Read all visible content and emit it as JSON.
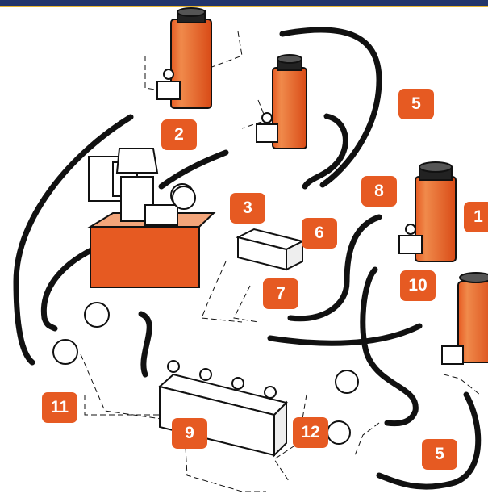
{
  "colors": {
    "header_bar": "#23356b",
    "header_accent": "#e7b531",
    "badge": "#e65a22",
    "cylinder": "#e65a22",
    "pump_tank": "#e65a22",
    "hose": "#111111",
    "outline": "#111111"
  },
  "callouts": [
    {
      "id": "badge-1",
      "label": "1"
    },
    {
      "id": "badge-2",
      "label": "2"
    },
    {
      "id": "badge-3",
      "label": "3"
    },
    {
      "id": "badge-5-top",
      "label": "5"
    },
    {
      "id": "badge-5-bottom",
      "label": "5"
    },
    {
      "id": "badge-6",
      "label": "6"
    },
    {
      "id": "badge-7",
      "label": "7"
    },
    {
      "id": "badge-8",
      "label": "8"
    },
    {
      "id": "badge-9",
      "label": "9"
    },
    {
      "id": "badge-10",
      "label": "10"
    },
    {
      "id": "badge-11",
      "label": "11"
    },
    {
      "id": "badge-12",
      "label": "12"
    }
  ],
  "components": [
    {
      "name": "hydraulic-cylinder",
      "icon": "cylinder-icon"
    },
    {
      "name": "electric-pump",
      "icon": "pump-icon"
    },
    {
      "name": "pressure-gauge",
      "icon": "gauge-icon"
    },
    {
      "name": "manifold-block",
      "icon": "manifold-icon"
    },
    {
      "name": "control-valve-manifold",
      "icon": "valve-manifold-icon"
    },
    {
      "name": "hydraulic-hose",
      "icon": "hose-icon"
    }
  ]
}
